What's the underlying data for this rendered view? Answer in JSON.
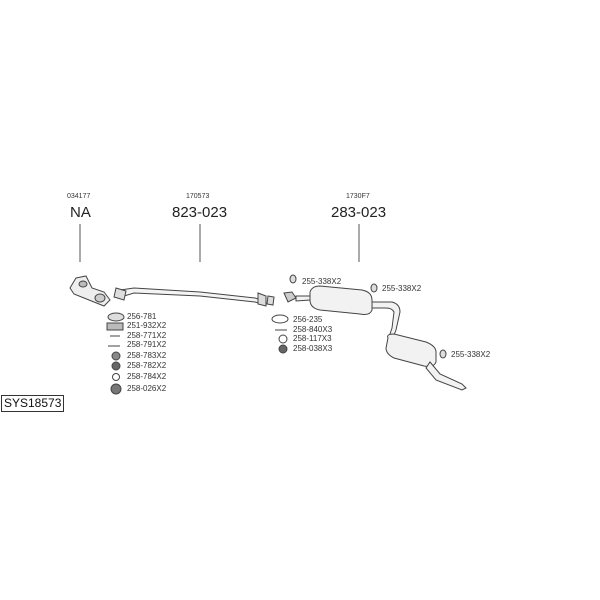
{
  "system_id": "SYS18573",
  "assemblies": [
    {
      "ref": "034177",
      "part": "NA"
    },
    {
      "ref": "170573",
      "part": "823-023"
    },
    {
      "ref": "1730F7",
      "part": "283-023"
    }
  ],
  "fittings_front": [
    "256-781",
    "251-932X2",
    "258-771X2",
    "258-791X2",
    "258-783X2",
    "258-782X2",
    "258-784X2",
    "258-026X2"
  ],
  "fittings_middle": [
    "256-235",
    "258-840X3",
    "258-117X3",
    "258-038X3"
  ],
  "hangers": [
    "255-338X2",
    "255-338X2",
    "255-338X2"
  ]
}
